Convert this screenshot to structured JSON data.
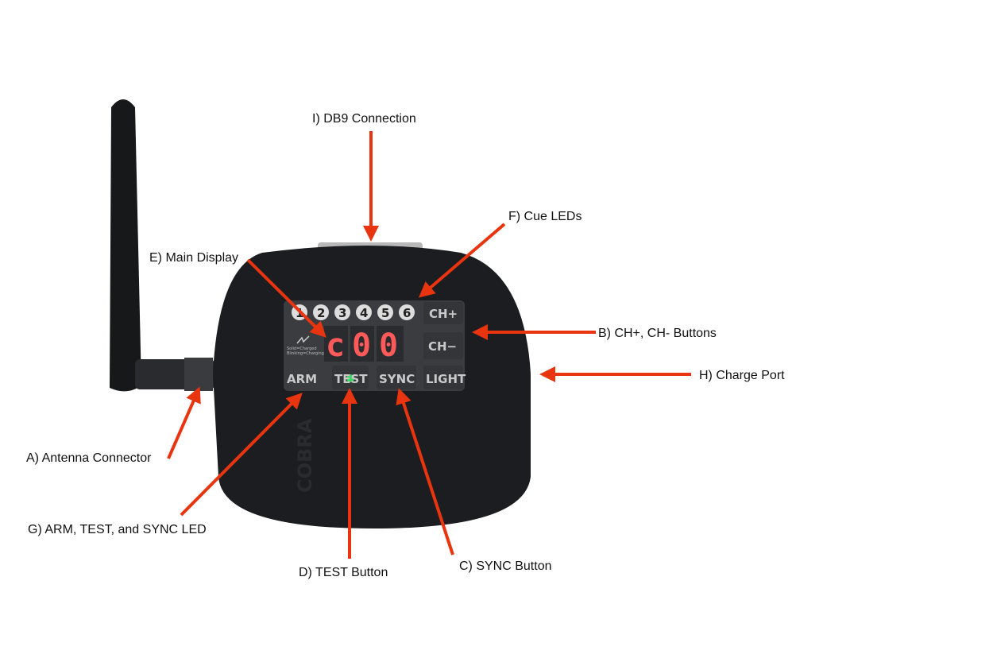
{
  "labels": {
    "db9": "I) DB9 Connection",
    "cue_leds": "F) Cue LEDs",
    "main_display": "E) Main Display",
    "ch_buttons": "B) CH+, CH- Buttons",
    "charge_port": "H) Charge Port",
    "antenna": "A) Antenna Connector",
    "arm_test_sync_led": "G) ARM, TEST, and SYNC LED",
    "test_button": "D) TEST Button",
    "sync_button": "C) SYNC Button"
  },
  "device": {
    "cue_numbers": [
      "1",
      "2",
      "3",
      "4",
      "5",
      "6"
    ],
    "display_digits": [
      "c",
      "0",
      "0"
    ],
    "charge_legend": [
      "Solid=Charged",
      "Blinking=Charging"
    ],
    "buttons": {
      "ch_plus": "CH+",
      "ch_minus": "CH−",
      "arm": "ARM",
      "test": "TEST",
      "sync": "SYNC",
      "light": "LIGHT"
    },
    "brand_mark": "COBRA"
  },
  "colors": {
    "arrow": "#e8340f",
    "body": "#1c1d20",
    "panel": "#3a3c40",
    "display": "#ff5a5a",
    "test_led": "#3cff6a"
  }
}
